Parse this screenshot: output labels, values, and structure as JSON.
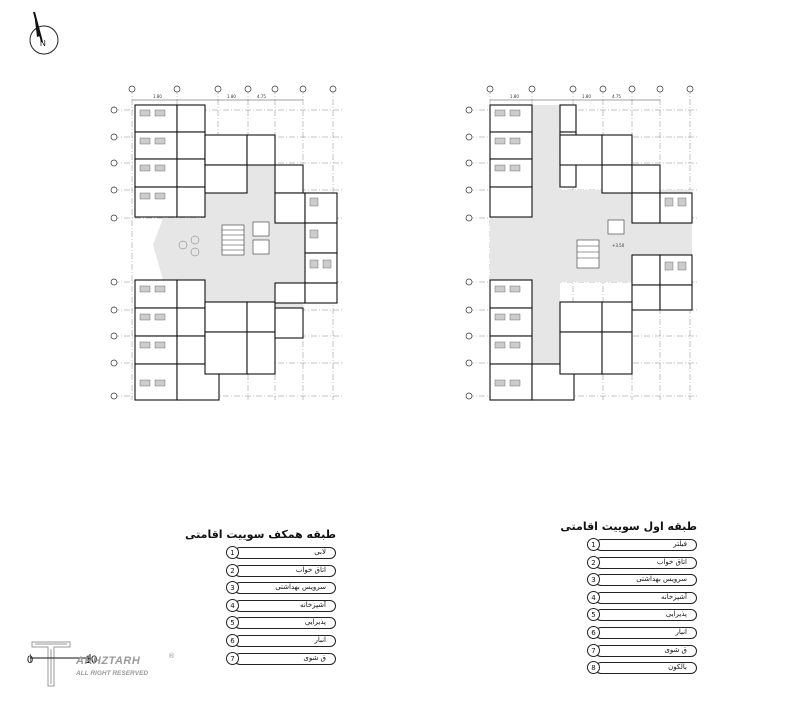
{
  "north": {
    "label": "N"
  },
  "plans": {
    "left": {
      "dims": {
        "a": "1.80",
        "b": "1.80",
        "c": "4.75"
      }
    },
    "right": {
      "dims": {
        "a": "1.80",
        "b": "1.80",
        "c": "4.75"
      },
      "level": "+3.50"
    }
  },
  "legends": {
    "ground": {
      "title": "طبقه همکف سوییت اقامتی",
      "items": [
        {
          "num": "1",
          "label": "لابی"
        },
        {
          "num": "2",
          "label": "اتاق خواب"
        },
        {
          "num": "3",
          "label": "سرویس بهداشتی"
        },
        {
          "num": "4",
          "label": "آشپزخانه"
        },
        {
          "num": "5",
          "label": "پذیرایی"
        },
        {
          "num": "6",
          "label": "انبار"
        },
        {
          "num": "7",
          "label": "ق شوی"
        }
      ]
    },
    "first": {
      "title": "طبقه اول سوییت اقامتی",
      "items": [
        {
          "num": "1",
          "label": "فیلتر"
        },
        {
          "num": "2",
          "label": "اتاق خواب"
        },
        {
          "num": "3",
          "label": "سرویس بهداشتی"
        },
        {
          "num": "4",
          "label": "آشپزخانه"
        },
        {
          "num": "5",
          "label": "پذیرایی"
        },
        {
          "num": "6",
          "label": "انبار"
        },
        {
          "num": "7",
          "label": "ق شوی"
        },
        {
          "num": "8",
          "label": "بالکون"
        }
      ]
    }
  },
  "scale": {
    "start": "0",
    "end": "10"
  },
  "logo": {
    "name": "ARHZTARH",
    "sub": "ALL RIGHT RESERVED",
    "reg": "®"
  }
}
